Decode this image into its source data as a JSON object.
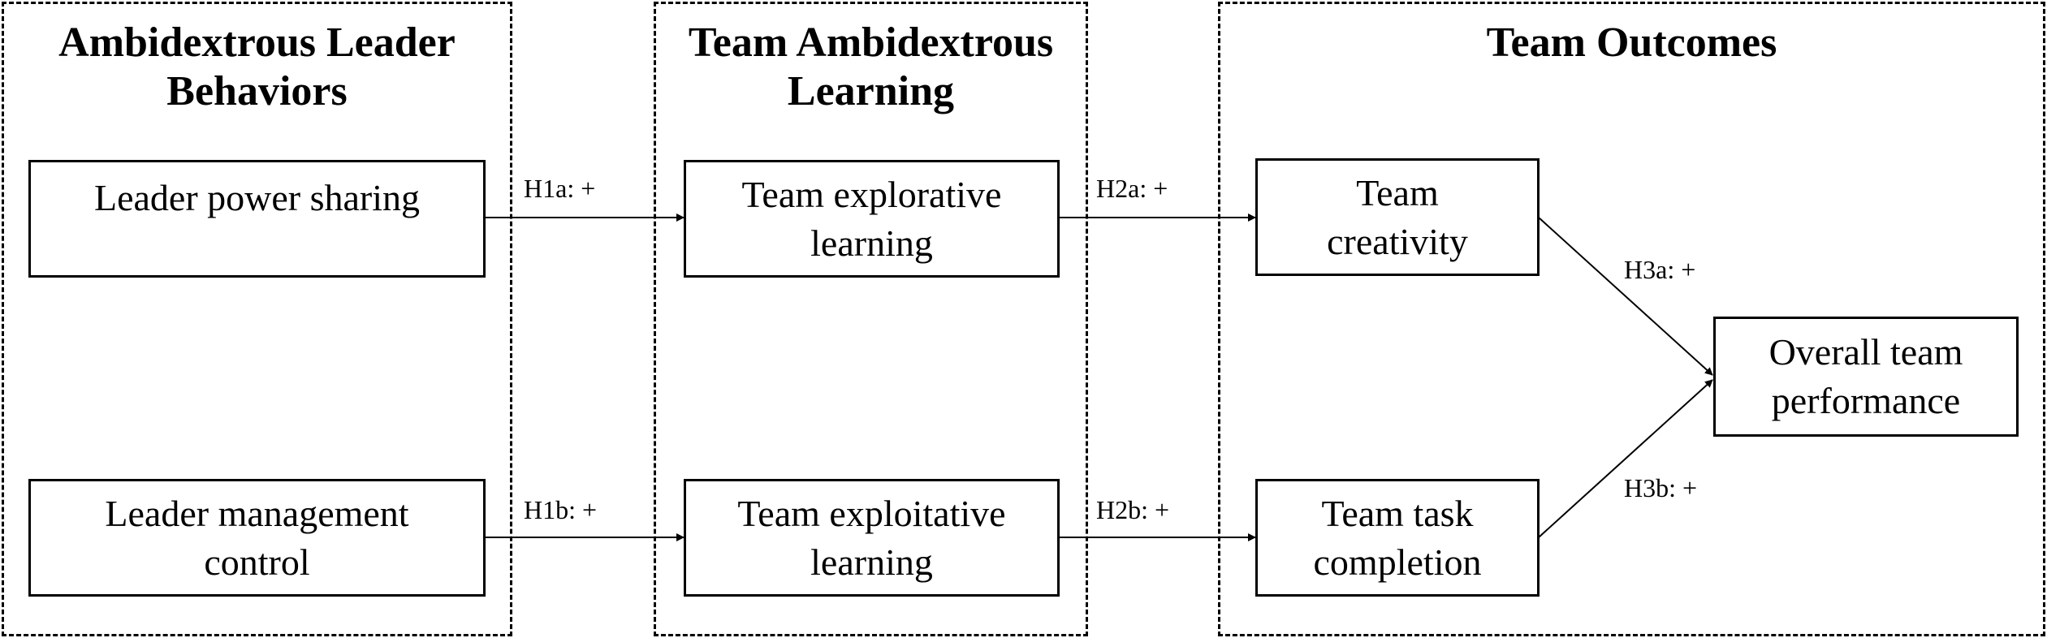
{
  "groups": {
    "leader": {
      "title_line1": "Ambidextrous Leader",
      "title_line2": "Behaviors"
    },
    "learning": {
      "title_line1": "Team Ambidextrous",
      "title_line2": "Learning"
    },
    "outcomes": {
      "title_line1": "Team Outcomes"
    }
  },
  "nodes": {
    "power_sharing": {
      "line1": "Leader power sharing"
    },
    "management_control": {
      "line1": "Leader management",
      "line2": "control"
    },
    "explorative": {
      "line1": "Team explorative",
      "line2": "learning"
    },
    "exploitative": {
      "line1": "Team exploitative",
      "line2": "learning"
    },
    "creativity": {
      "line1": "Team",
      "line2": "creativity"
    },
    "task_completion": {
      "line1": "Team task",
      "line2": "completion"
    },
    "performance": {
      "line1": "Overall team",
      "line2": "performance"
    }
  },
  "edges": {
    "h1a": "H1a: +",
    "h1b": "H1b: +",
    "h2a": "H2a: +",
    "h2b": "H2b: +",
    "h3a": "H3a: +",
    "h3b": "H3b: +"
  }
}
